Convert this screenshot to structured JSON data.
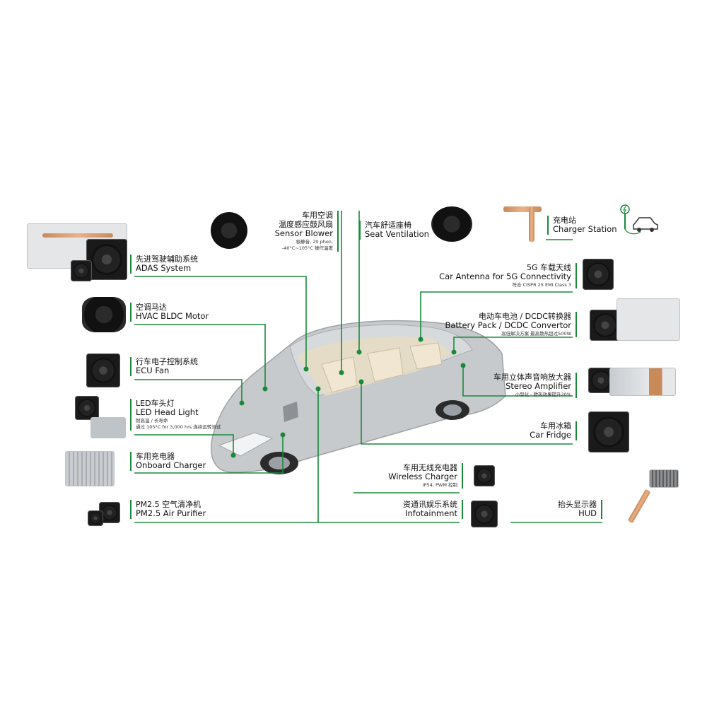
{
  "labels": {
    "adas": {
      "cn": "先进驾驶辅助系统",
      "en": "ADAS System"
    },
    "hvac": {
      "cn": "空调马达",
      "en": "HVAC BLDC Motor"
    },
    "ecu": {
      "cn": "行车电子控制系统",
      "en": "ECU Fan"
    },
    "led": {
      "cn": "LED车头灯",
      "en": "LED Head Light",
      "note1": "耐高温 / 长寿命",
      "note2": "通过 105°C for 3,000 hrs 连续运转测试"
    },
    "charger": {
      "cn": "车用充电器",
      "en": "Onboard Charger"
    },
    "pm25": {
      "cn": "PM2.5 空气清净机",
      "en": "PM2.5 Air Purifier"
    },
    "sensor": {
      "cn1": "车用空调",
      "cn2": "温度感应鼓风扇",
      "en": "Sensor Blower",
      "note1": "极静音, 20 phon,",
      "note2": "-40°C~105°C 操作温度"
    },
    "seat": {
      "cn": "汽车舒适座椅",
      "en": "Seat Ventilation"
    },
    "station": {
      "cn": "充电站",
      "en": "Charger Station"
    },
    "antenna": {
      "cn": "5G 车载天线",
      "en": "Car Antenna for 5G Connectivity",
      "note": "符合 CISPR 25 EMI Class 3"
    },
    "battery": {
      "cn": "电动车电池 / DCDC转换器",
      "en": "Battery Pack / DCDC Convertor",
      "note": "高低解决方案  最高散热超过500W"
    },
    "stereo": {
      "cn": "车用立体声音响放大器",
      "en": "Stereo Amplifier",
      "note": "小型化 - 欧热效果提升20%"
    },
    "fridge": {
      "cn": "车用冰箱",
      "en": "Car Fridge"
    },
    "wireless": {
      "cn": "车用无线充电器",
      "en": "Wireless Charger",
      "note": "IP54, PWM 控制"
    },
    "info": {
      "cn": "资通讯娱乐系统",
      "en": "Infotainment"
    },
    "hud": {
      "cn": "抬头显示器",
      "en": "HUD"
    }
  },
  "colors": {
    "accent": "#1a8a3a",
    "car_body": "#c7cacd",
    "interior": "#e8dcc4"
  }
}
